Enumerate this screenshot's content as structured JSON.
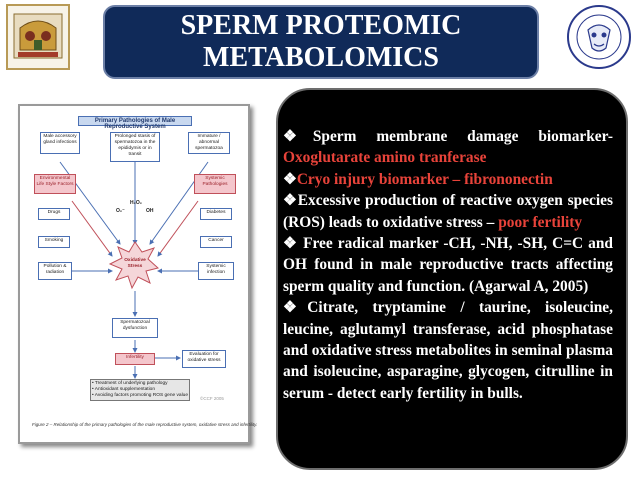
{
  "slide": {
    "title": "SPERM PROTEOMIC\nMETABOLOMICS"
  },
  "colors": {
    "title_bg": "#102a59",
    "panel_bg": "#000000",
    "highlight": "#e8433a"
  },
  "figure": {
    "title": "Primary Pathologies of Male Reproductive System",
    "boxes": {
      "accessory": "Male accessory gland infections",
      "stasis": "Prolonged stasis of spermatozoa in the epididymis or in transit",
      "immature": "Immature / abnormal spermatozoa",
      "environmental": "Environmental Life Style Factors",
      "systemic": "Systemic Pathologies",
      "drugs": "Drugs",
      "diabetes": "Diabetes",
      "smoking": "Smoking",
      "cancer": "Cancer",
      "pollution": "Pollution & radiation",
      "infection": "Systemic infection",
      "oxidative": "Oxidative Stress",
      "dysfunction": "Spermatozoal dysfunction",
      "infertility": "Infertility",
      "evaluation": "Evaluation for oxidative stress",
      "treatment": "• Treatment of underlying pathology\n• Antioxidant supplementation\n• Avoiding factors promoting ROS gene value"
    },
    "molecules": {
      "o2": "O₂⁻",
      "h2o2": "H₂O₂",
      "oh": "OH"
    },
    "watermark": "©CCF 2005",
    "caption": "Figure 2 – Relationship of the primary pathologies of the male reproductive system, oxidative stress and infertility."
  },
  "panel": {
    "items": [
      {
        "bullet": "❖",
        "text": "Sperm membrane damage biomarker-",
        "highlight": "Oxoglutarate amino tranferase",
        "after": ""
      },
      {
        "bullet": "❖",
        "text": "",
        "highlight": "Cryo injury biomarker – fibrononectin",
        "after": ""
      },
      {
        "bullet": "❖",
        "text": "Excessive production of reactive oxygen species (ROS) leads to oxidative stress –",
        "highlight": "poor fertility",
        "after": ""
      },
      {
        "bullet": "❖",
        "text": " Free radical marker -CH, -NH, -SH, C=C and OH found in male reproductive tracts affecting sperm quality and function. (Agarwal A, 2005)",
        "highlight": "",
        "after": ""
      },
      {
        "bullet": "❖",
        "text": "Citrate, tryptamine / taurine, isoleucine, leucine, aglutamyl transferase, acid phosphatase and oxidative stress metabolites in seminal plasma and isoleucine, asparagine, glycogen, citrulline in serum - detect early fertility in bulls.",
        "highlight": "",
        "after": ""
      }
    ]
  }
}
